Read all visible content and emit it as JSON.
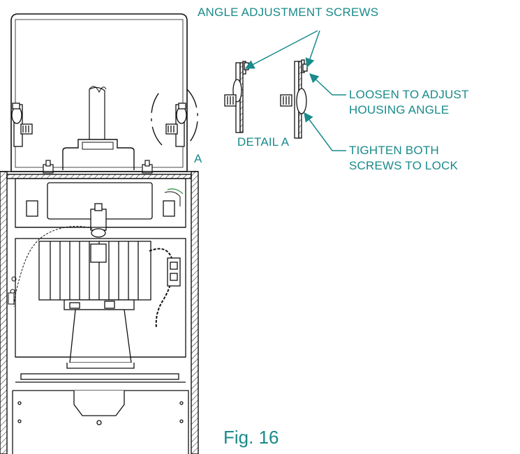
{
  "labels": {
    "angle_screws": "ANGLE ADJUSTMENT SCREWS",
    "loosen_line1": "LOOSEN TO ADJUST",
    "loosen_line2": "HOUSING ANGLE",
    "tighten_line1": "TIGHTEN BOTH",
    "tighten_line2": "SCREWS TO LOCK",
    "detail": "DETAIL A",
    "detail_marker": "A",
    "figure": "Fig. 16"
  },
  "colors": {
    "callout": "#1a8a8a",
    "drawing": "#111111"
  }
}
